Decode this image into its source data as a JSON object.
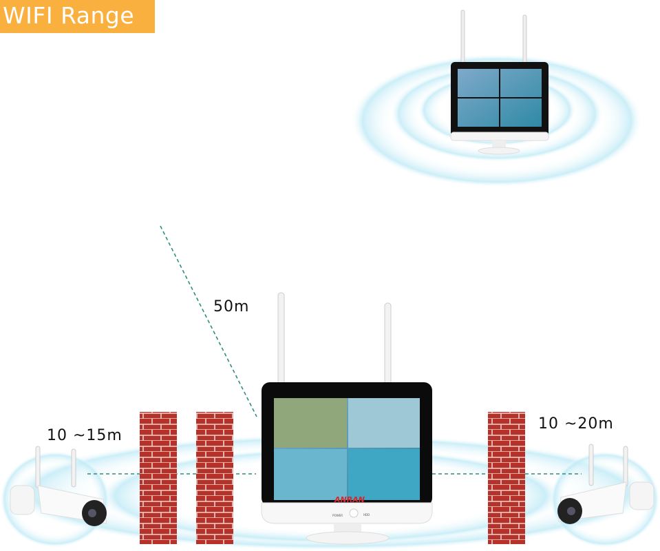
{
  "header": {
    "title": "WIFI Range"
  },
  "labels": {
    "range_open": "50m",
    "range_left": "10 ~15m",
    "range_right": "10 ~20m"
  },
  "monitor": {
    "brand": "ANRAN",
    "power_label": "POWER",
    "hdd_label": "HDD"
  },
  "colors": {
    "title_bg": "#F9B03F",
    "dashed_line": "#2E8B82",
    "brick": "#B5312A",
    "signal_ring": "#CDEFF8",
    "brand": "#D9252B"
  }
}
